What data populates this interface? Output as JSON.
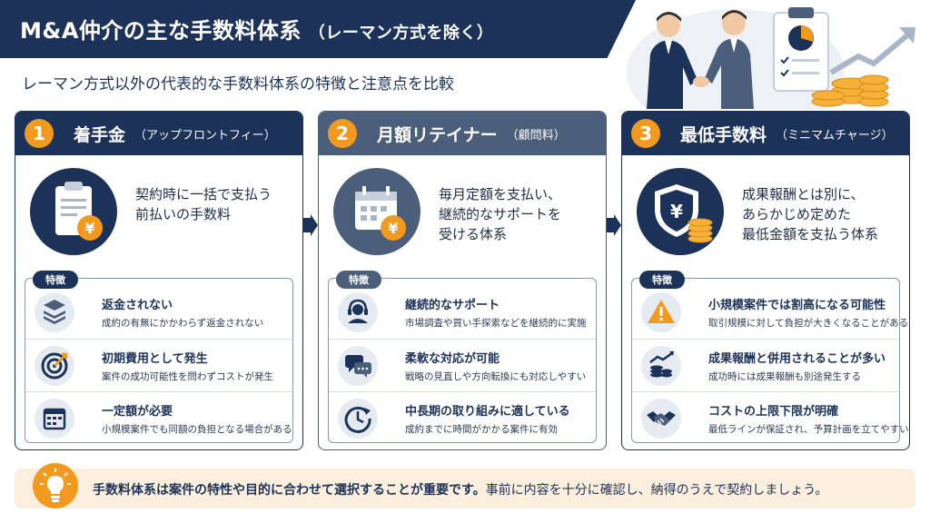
{
  "header": {
    "title": "M&A仲介の主な手数料体系",
    "title_note": "（レーマン方式を除く）",
    "subtitle": "レーマン方式以外の代表的な手数料体系の特徴と注意点を比較"
  },
  "columns": [
    {
      "number": "1",
      "title": "着手金",
      "title_note": "（アップフロントフィー）",
      "summary": "契約時に一括で支払う\n前払いの手数料",
      "icon": "clipboard-yen-icon",
      "features_label": "特徴",
      "features": [
        {
          "icon": "cash-stack-icon",
          "title": "返金されない",
          "desc": "成約の有無にかかわらず返金されない"
        },
        {
          "icon": "target-icon",
          "title": "初期費用として発生",
          "desc": "案件の成功可能性を問わずコストが発生"
        },
        {
          "icon": "calendar-icon",
          "title": "一定額が必要",
          "desc": "小規模案件でも同額の負担となる場合がある"
        }
      ]
    },
    {
      "number": "2",
      "title": "月額リテイナー",
      "title_note": "（顧問料）",
      "summary": "毎月定額を支払い、\n継続的なサポートを\n受ける体系",
      "icon": "calendar-yen-icon",
      "features_label": "特徴",
      "features": [
        {
          "icon": "headset-icon",
          "title": "継続的なサポート",
          "desc": "市場調査や買い手探索などを継続的に実施"
        },
        {
          "icon": "chat-bubbles-icon",
          "title": "柔軟な対応が可能",
          "desc": "戦略の見直しや方向転換にも対応しやすい"
        },
        {
          "icon": "clock-icon",
          "title": "中長期の取り組みに適している",
          "desc": "成約までに時間がかかる案件に有効"
        }
      ]
    },
    {
      "number": "3",
      "title": "最低手数料",
      "title_note": "（ミニマムチャージ）",
      "summary": "成果報酬とは別に、\nあらかじめ定めた\n最低金額を支払う体系",
      "icon": "shield-yen-icon",
      "features_label": "特徴",
      "features": [
        {
          "icon": "warning-icon",
          "title": "小規模案件では割高になる可能性",
          "desc": "取引規模に対して負担が大きくなることがある"
        },
        {
          "icon": "growth-coins-icon",
          "title": "成果報酬と併用されることが多い",
          "desc": "成功時には成果報酬も別途発生する"
        },
        {
          "icon": "handshake-icon",
          "title": "コストの上限下限が明確",
          "desc": "最低ラインが保証され、予算計画を立てやすい"
        }
      ]
    }
  ],
  "footer": {
    "note_bold": "手数料体系は案件の特性や目的に合わせて選択することが重要です。",
    "note_rest": "事前に内容を十分に確認し、納得のうえで契約しましょう。",
    "icon": "lightbulb-icon"
  },
  "colors": {
    "navy": "#1c3259",
    "slate": "#4c5f7a",
    "orange": "#f29a1f",
    "note_bg": "#fbeedc"
  }
}
